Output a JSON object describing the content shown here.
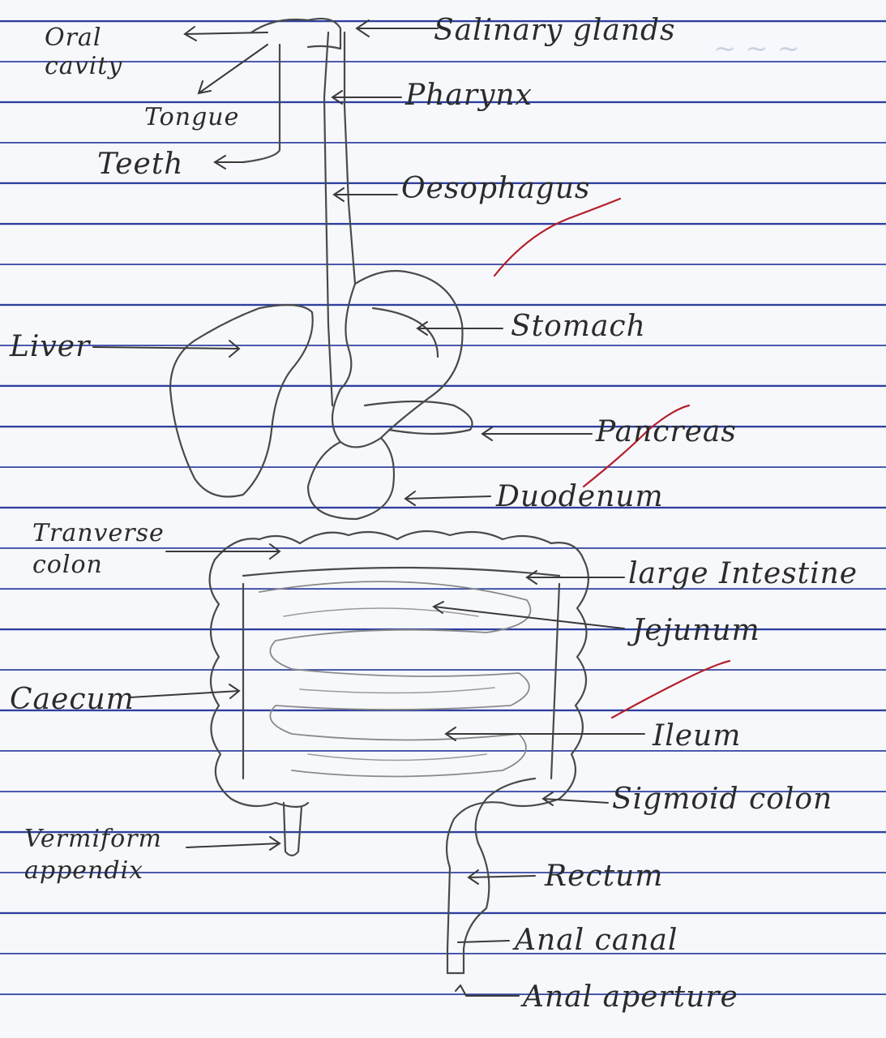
{
  "labels": {
    "salivary_glands": "Salinary glands",
    "oral_cavity": "Oral cavity",
    "tongue": "Tongue",
    "teeth": "Teeth",
    "pharynx": "Pharynx",
    "oesophagus": "Oesophagus",
    "liver": "Liver",
    "stomach": "Stomach",
    "pancreas": "Pancreas",
    "duodenum": "Duodenum",
    "transverse_colon": "Tranverse colon",
    "large_intestine": "large Intestine",
    "jejunum": "Jejunum",
    "caecum": "Caecum",
    "ileum": "Ileum",
    "sigmoid_colon": "Sigmoid colon",
    "vermiform_appendix": "Vermiform appendix",
    "rectum": "Rectum",
    "anal_canal": "Anal canal",
    "anal_aperture": "Anal aperture"
  },
  "colors": {
    "ruling": "#2d3f9e",
    "ink": "#2b2b2b",
    "red_pen": "#b3202a"
  }
}
